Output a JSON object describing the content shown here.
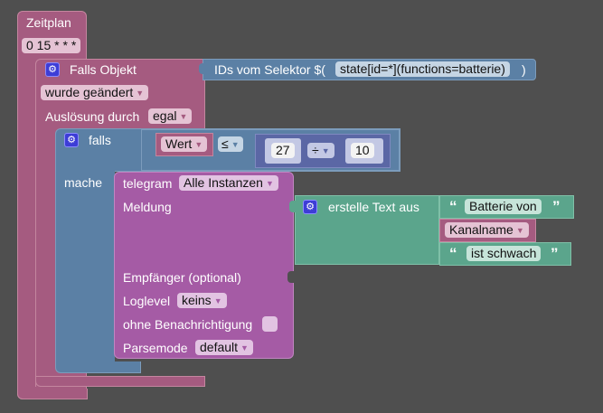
{
  "workspace": {
    "schedule_block": {
      "title": "Zeitplan",
      "cron": "0 15 * * *"
    },
    "trigger_block": {
      "title": "Falls Objekt",
      "change_mode": "wurde geändert",
      "trigger_by_label": "Auslösung durch",
      "trigger_by_value": "egal",
      "selector_block": {
        "label": "IDs vom Selektor $(",
        "value": "state[id=*](functions=batterie)",
        "close": ")"
      }
    },
    "if_block": {
      "if_label": "falls",
      "do_label": "mache",
      "condition": {
        "left": "Wert",
        "operator": "≤",
        "arithmetic": {
          "a": "27",
          "op": "÷",
          "b": "10"
        }
      }
    },
    "telegram_block": {
      "title": "telegram",
      "instance": "Alle Instanzen",
      "message_label": "Meldung",
      "recipient_label": "Empfänger (optional)",
      "loglevel_label": "Loglevel",
      "loglevel_value": "keins",
      "silent_label": "ohne Benachrichtigung",
      "silent_checked": false,
      "parsemode_label": "Parsemode",
      "parsemode_value": "default"
    },
    "text_join_block": {
      "title": "erstelle Text aus",
      "items": [
        {
          "type": "text",
          "value": "Batterie von"
        },
        {
          "type": "var",
          "value": "Kanalname"
        },
        {
          "type": "text",
          "value": "ist schwach"
        }
      ]
    },
    "colors": {
      "background": "#4f4f4f",
      "trigger": "#a55b80",
      "logic": "#5b80a5",
      "telegram": "#a55ba5",
      "text": "#5ba58c",
      "math": "#5b67a5"
    }
  }
}
